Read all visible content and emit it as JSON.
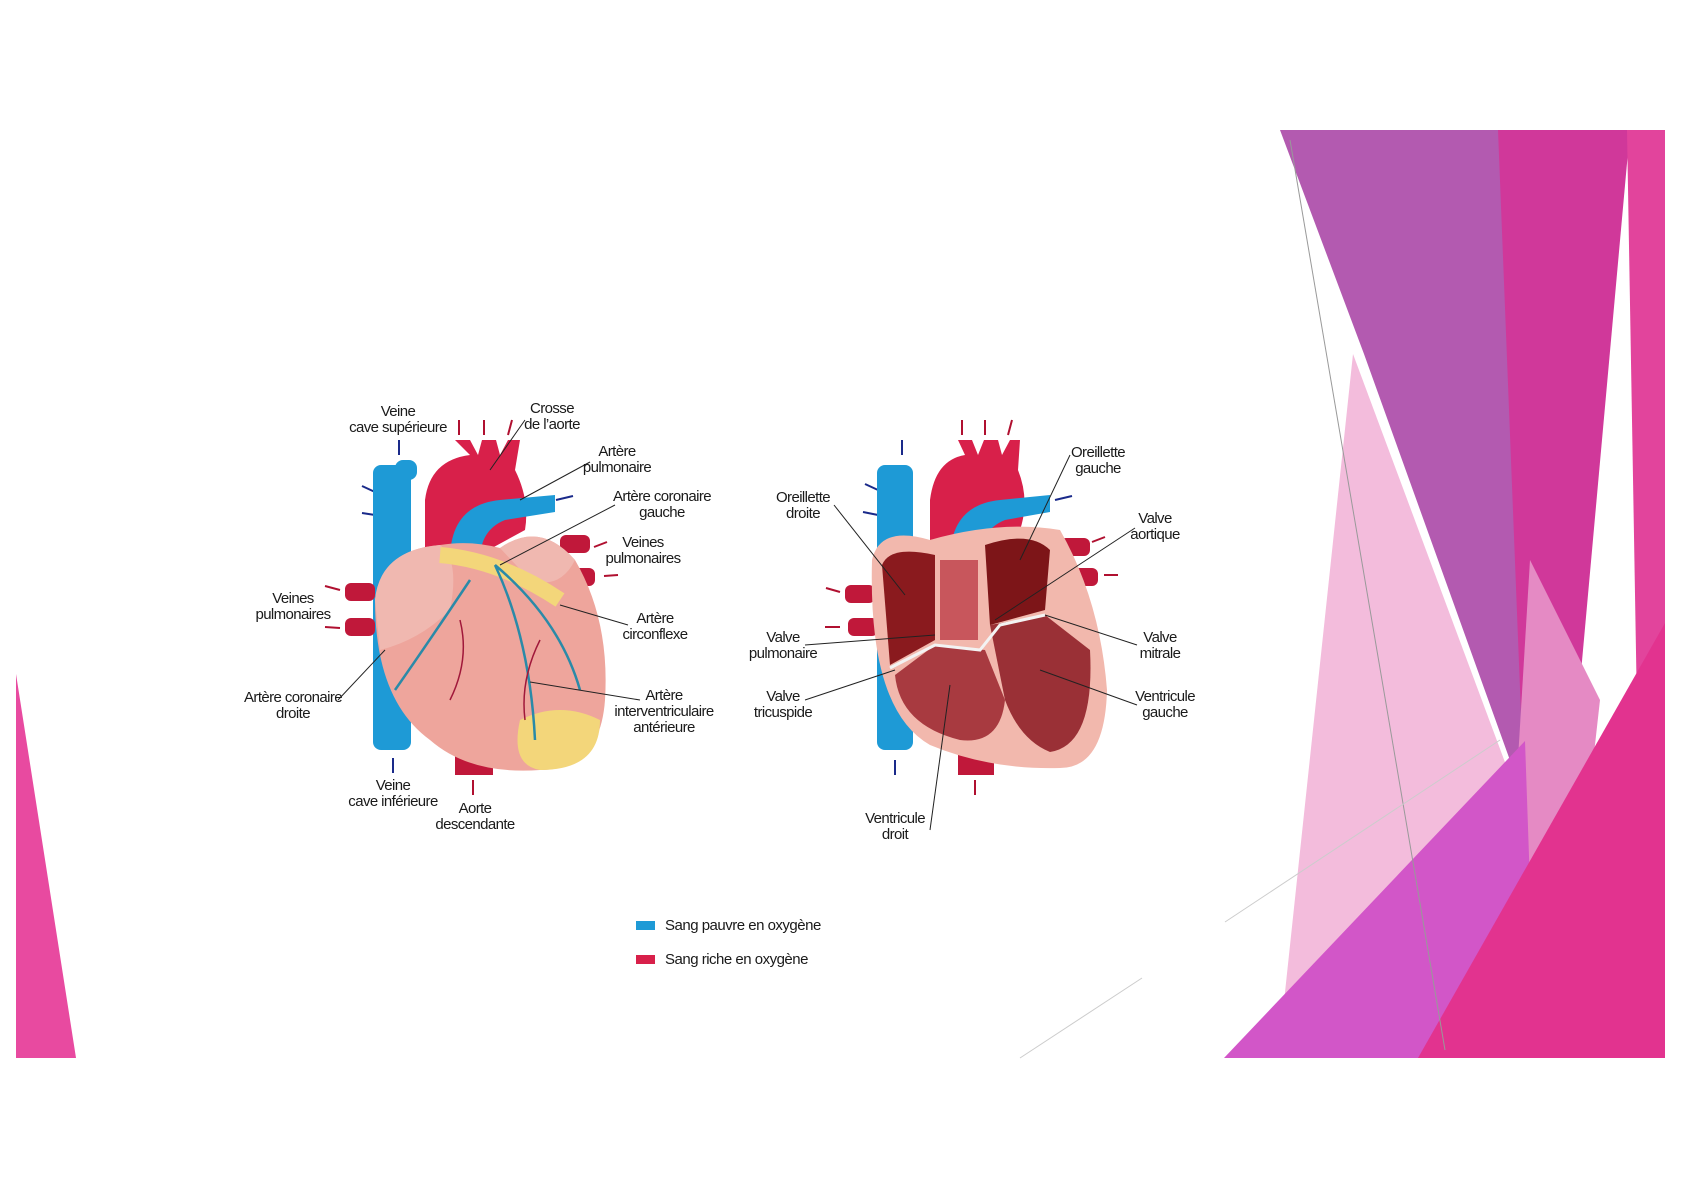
{
  "colors": {
    "deoxygenated": "#1e9ad6",
    "oxygenated": "#d8204a"
  },
  "external_view": {
    "labels": [
      {
        "id": "veine-cave-superieure",
        "lines": [
          "Veine",
          "cave supérieure"
        ]
      },
      {
        "id": "crosse-aorte",
        "lines": [
          "Crosse",
          "de l’aorte"
        ]
      },
      {
        "id": "artere-pulmonaire",
        "lines": [
          "Artère",
          "pulmonaire"
        ]
      },
      {
        "id": "artere-coronaire-gauche",
        "lines": [
          "Artère coronaire",
          "gauche"
        ]
      },
      {
        "id": "veines-pulmonaires-droite",
        "lines": [
          "Veines",
          "pulmonaires"
        ]
      },
      {
        "id": "veines-pulmonaires-gauche",
        "lines": [
          "Veines",
          "pulmonaires"
        ]
      },
      {
        "id": "artere-circonflexe",
        "lines": [
          "Artère",
          "circonflexe"
        ]
      },
      {
        "id": "artere-coronaire-droite",
        "lines": [
          "Artère coronaire",
          "droite"
        ]
      },
      {
        "id": "artere-interventriculaire",
        "lines": [
          "Artère",
          "interventriculaire",
          "antérieure"
        ]
      },
      {
        "id": "veine-cave-inferieure",
        "lines": [
          "Veine",
          "cave inférieure"
        ]
      },
      {
        "id": "aorte-descendante",
        "lines": [
          "Aorte",
          "descendante"
        ]
      }
    ]
  },
  "section_view": {
    "labels": [
      {
        "id": "oreillette-gauche",
        "lines": [
          "Oreillette",
          "gauche"
        ]
      },
      {
        "id": "oreillette-droite",
        "lines": [
          "Oreillette",
          "droite"
        ]
      },
      {
        "id": "valve-aortique",
        "lines": [
          "Valve",
          "aortique"
        ]
      },
      {
        "id": "valve-pulmonaire",
        "lines": [
          "Valve",
          "pulmonaire"
        ]
      },
      {
        "id": "valve-mitrale",
        "lines": [
          "Valve",
          "mitrale"
        ]
      },
      {
        "id": "valve-tricuspide",
        "lines": [
          "Valve",
          "tricuspide"
        ]
      },
      {
        "id": "ventricule-gauche",
        "lines": [
          "Ventricule",
          "gauche"
        ]
      },
      {
        "id": "ventricule-droit",
        "lines": [
          "Ventricule",
          "droit"
        ]
      }
    ]
  },
  "legend": [
    {
      "label": "Sang pauvre en oxygène",
      "color": "#1e9ad6"
    },
    {
      "label": "Sang riche en oxygène",
      "color": "#d8204a"
    }
  ]
}
